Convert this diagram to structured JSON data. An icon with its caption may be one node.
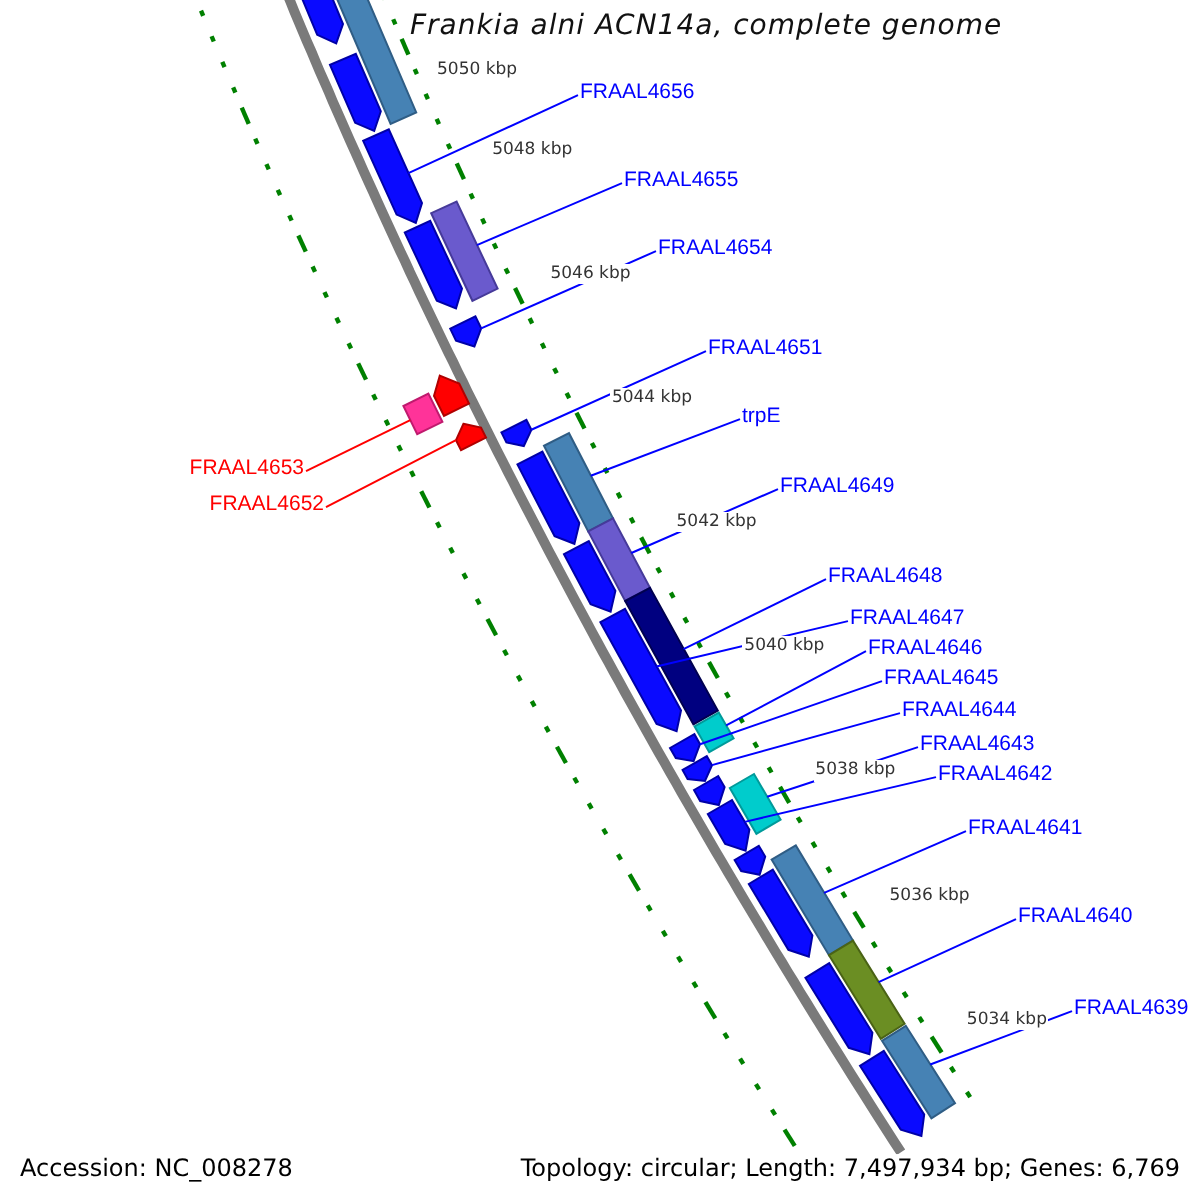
{
  "diagram": {
    "title": "Frankia alni ACN14a, complete genome",
    "nodes": [
      {
        "text": [
          "FRAAL4656"
        ]
      },
      {
        "text": [
          "FRAAL4655"
        ]
      },
      {
        "text": [
          "FRAAL4654"
        ]
      },
      {
        "text": [
          "FRAAL4651"
        ]
      },
      {
        "text": [
          "trpE"
        ]
      },
      {
        "text": [
          "FRAAL4653"
        ]
      },
      {
        "text": [
          "FRAAL4649"
        ]
      },
      {
        "text": [
          "FRAAL4652"
        ]
      },
      {
        "text": [
          "FRAAL4648"
        ]
      },
      {
        "text": [
          "FRAAL4647"
        ]
      },
      {
        "text": [
          "FRAAL4646"
        ]
      },
      {
        "text": [
          "FRAAL4645"
        ]
      },
      {
        "text": [
          "FRAAL4644"
        ]
      },
      {
        "text": [
          "FRAAL4643"
        ]
      },
      {
        "text": [
          "FRAAL4642"
        ]
      },
      {
        "text": [
          "FRAAL4641"
        ]
      },
      {
        "text": [
          "FRAAL4640"
        ]
      },
      {
        "text": [
          "FRAAL4639"
        ]
      },
      {
        "text": [],
        "shape": "pentagon"
      },
      {
        "text": [],
        "shape": "box"
      },
      {
        "text": [],
        "shape": "pentagon"
      },
      {
        "text": [],
        "shape": "pentagon"
      },
      {
        "text": [],
        "shape": "box"
      },
      {
        "text": [],
        "shape": "pentagon"
      },
      {
        "text": [],
        "shape": "pentagon"
      },
      {
        "text": [],
        "shape": "pentagon"
      },
      {
        "text": [],
        "shape": "box"
      },
      {
        "text": [],
        "shape": "pentagon"
      },
      {
        "text": [],
        "shape": "pentagon"
      },
      {
        "text": [],
        "shape": "box"
      },
      {
        "text": [],
        "shape": "pentagon"
      },
      {
        "text": [],
        "shape": "box"
      },
      {
        "text": [],
        "shape": "pentagon"
      },
      {
        "text": [],
        "shape": "pentagon"
      },
      {
        "text": [],
        "shape": "box"
      },
      {
        "text": [],
        "shape": "box"
      },
      {
        "text": [],
        "shape": "pentagon"
      },
      {
        "text": [],
        "shape": "pentagon"
      },
      {
        "text": [],
        "shape": "pentagon"
      },
      {
        "text": [],
        "shape": "box"
      },
      {
        "text": [],
        "shape": "pentagon"
      },
      {
        "text": [],
        "shape": "pentagon"
      },
      {
        "text": [],
        "shape": "box"
      },
      {
        "text": [],
        "shape": "pentagon"
      },
      {
        "text": [],
        "shape": "box"
      },
      {
        "text": [],
        "shape": "pentagon"
      },
      {
        "text": [],
        "shape": "box"
      },
      {
        "text": [],
        "shape": "pentagon"
      }
    ],
    "edges": [
      {
        "from": 0,
        "to": 21,
        "arrow": "none"
      },
      {
        "from": 1,
        "to": 22,
        "arrow": "none"
      },
      {
        "from": 2,
        "to": 24,
        "arrow": "none"
      },
      {
        "from": 3,
        "to": 28,
        "arrow": "none"
      },
      {
        "from": 4,
        "to": 29,
        "arrow": "none"
      },
      {
        "from": 5,
        "to": 26,
        "arrow": "none",
        "color": "#ff0000"
      },
      {
        "from": 6,
        "to": 31,
        "arrow": "none"
      },
      {
        "from": 7,
        "to": 27,
        "arrow": "none",
        "color": "#ff0000"
      },
      {
        "from": 8,
        "to": 34,
        "arrow": "none"
      },
      {
        "from": 9,
        "to": 33,
        "arrow": "none"
      },
      {
        "from": 10,
        "to": 35,
        "arrow": "none"
      },
      {
        "from": 11,
        "to": 36,
        "arrow": "none"
      },
      {
        "from": 12,
        "to": 37,
        "arrow": "none"
      },
      {
        "from": 13,
        "to": 39,
        "arrow": "none"
      },
      {
        "from": 14,
        "to": 40,
        "arrow": "none"
      },
      {
        "from": 15,
        "to": 42,
        "arrow": "none"
      },
      {
        "from": 16,
        "to": 44,
        "arrow": "none"
      },
      {
        "from": 17,
        "to": 46,
        "arrow": "none"
      }
    ],
    "labels": [
      "5050 kbp",
      "5048 kbp",
      "5046 kbp",
      "5044 kbp",
      "5042 kbp",
      "5040 kbp",
      "5038 kbp",
      "5036 kbp",
      "5034 kbp",
      "Accession: NC_008278",
      "Topology: circular; Length: 7,497,934 bp; Genes: 6,769"
    ]
  }
}
